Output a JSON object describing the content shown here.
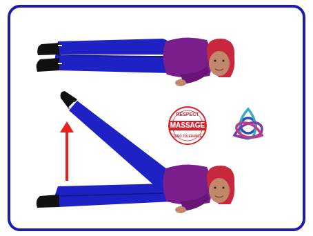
{
  "diagram": {
    "labels": [
      "RESPECT",
      "MASSAGE",
      "ZERO TOLERANCE"
    ]
  }
}
